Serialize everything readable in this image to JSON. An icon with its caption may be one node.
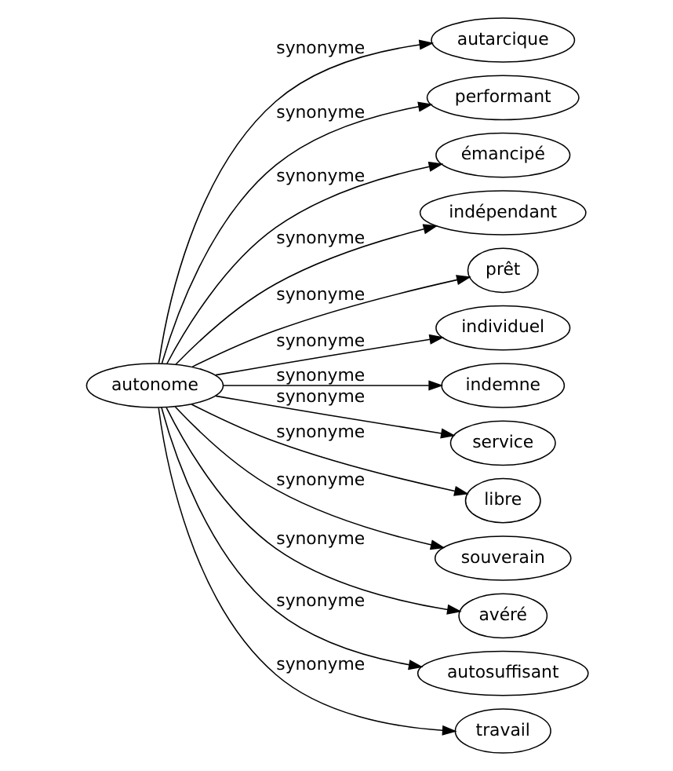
{
  "diagram": {
    "nodes": [
      {
        "text": [
          "autonome"
        ]
      },
      {
        "text": [
          "autarcique"
        ]
      },
      {
        "text": [
          "performant"
        ]
      },
      {
        "text": [
          "émancipé"
        ]
      },
      {
        "text": [
          "indépendant"
        ]
      },
      {
        "text": [
          "prêt"
        ]
      },
      {
        "text": [
          "individuel"
        ]
      },
      {
        "text": [
          "indemne"
        ]
      },
      {
        "text": [
          "service"
        ]
      },
      {
        "text": [
          "libre"
        ]
      },
      {
        "text": [
          "souverain"
        ]
      },
      {
        "text": [
          "avéré"
        ]
      },
      {
        "text": [
          "autosuffisant"
        ]
      },
      {
        "text": [
          "travail"
        ]
      }
    ],
    "edges": [
      {
        "from": 0,
        "to": 1,
        "arrow": "to",
        "label": "synonyme"
      },
      {
        "from": 0,
        "to": 2,
        "arrow": "to",
        "label": "synonyme"
      },
      {
        "from": 0,
        "to": 3,
        "arrow": "to",
        "label": "synonyme"
      },
      {
        "from": 0,
        "to": 4,
        "arrow": "to",
        "label": "synonyme"
      },
      {
        "from": 0,
        "to": 5,
        "arrow": "to",
        "label": "synonyme"
      },
      {
        "from": 0,
        "to": 6,
        "arrow": "to",
        "label": "synonyme"
      },
      {
        "from": 0,
        "to": 7,
        "arrow": "to",
        "label": "synonyme"
      },
      {
        "from": 0,
        "to": 8,
        "arrow": "to",
        "label": "synonyme"
      },
      {
        "from": 0,
        "to": 9,
        "arrow": "to",
        "label": "synonyme"
      },
      {
        "from": 0,
        "to": 10,
        "arrow": "to",
        "label": "synonyme"
      },
      {
        "from": 0,
        "to": 11,
        "arrow": "to",
        "label": "synonyme"
      },
      {
        "from": 0,
        "to": 12,
        "arrow": "to",
        "label": "synonyme"
      },
      {
        "from": 0,
        "to": 13,
        "arrow": "to",
        "label": "synonyme"
      }
    ]
  }
}
